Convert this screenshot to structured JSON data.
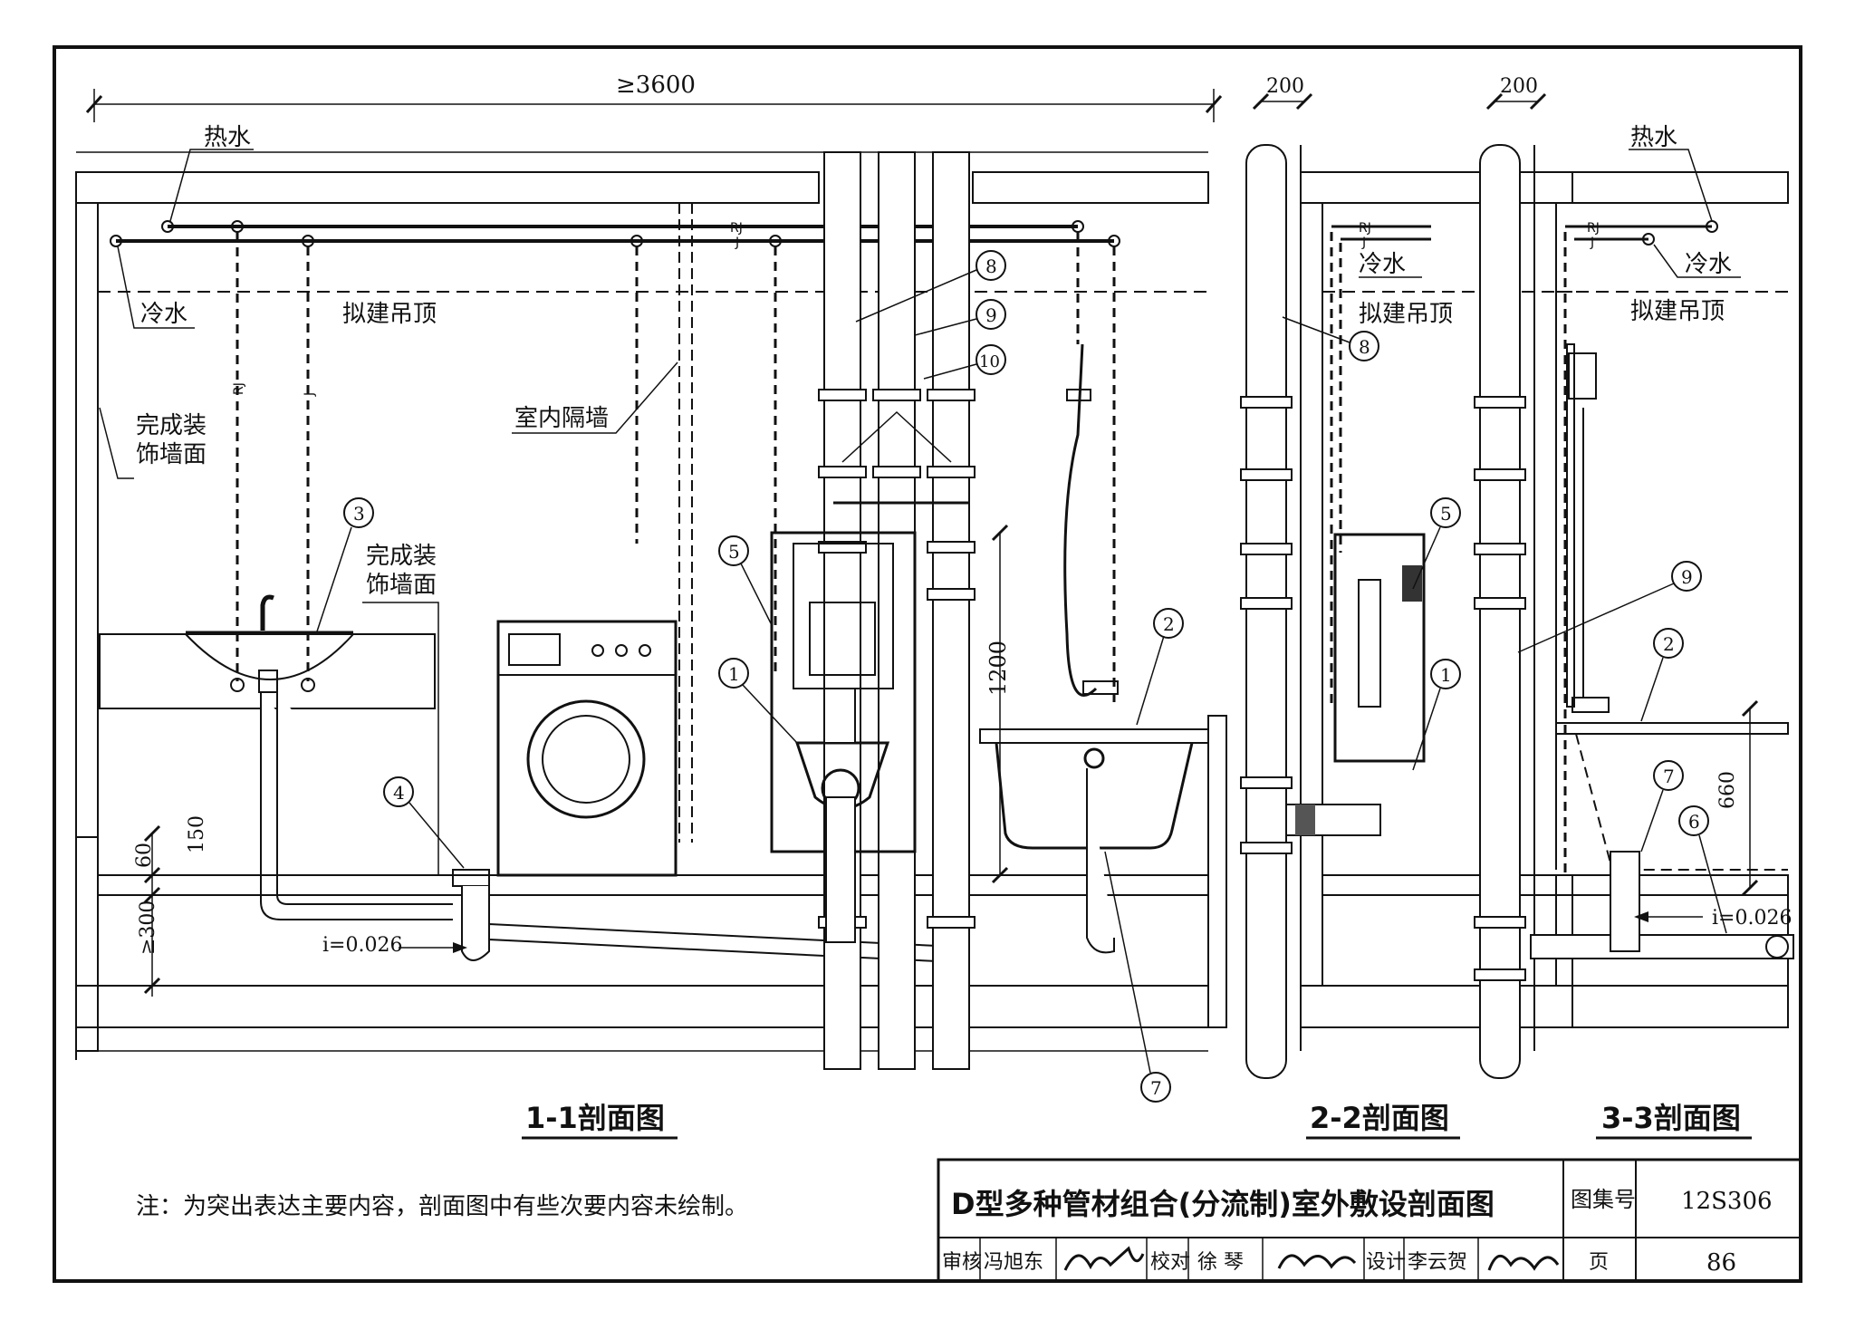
{
  "dimensions": {
    "width_total": "≥3600",
    "sec2_width": "200",
    "sec3_width": "200",
    "h1200": "1200",
    "h660": "660",
    "h150": "150",
    "h60": "60",
    "h300": "≥300"
  },
  "labels": {
    "hot_water": "热水",
    "cold_water": "冷水",
    "ceiling": "拟建吊顶",
    "finished_wall_1": [
      "完成装",
      "饰墙面"
    ],
    "finished_wall_2": [
      "完成装",
      "饰墙面"
    ],
    "partition": "室内隔墙",
    "rj": "RJ",
    "j": "J",
    "slope_1": "i=0.026",
    "slope_3": "i=0.026"
  },
  "callouts": [
    "1",
    "2",
    "3",
    "4",
    "5",
    "6",
    "7",
    "8",
    "9",
    "10"
  ],
  "sections": {
    "s1": "1-1剖面图",
    "s2": "2-2剖面图",
    "s3": "3-3剖面图"
  },
  "note": "注：为突出表达主要内容，剖面图中有些次要内容未绘制。",
  "title_block": {
    "title": "D型多种管材组合(分流制)室外敷设剖面图",
    "atlas_label": "图集号",
    "atlas_no": "12S306",
    "review_label": "审核",
    "reviewer": "冯旭东",
    "check_label": "校对",
    "checker": "徐 琴",
    "design_label": "设计",
    "designer": "李云贺",
    "page_label": "页",
    "page_no": "86"
  }
}
